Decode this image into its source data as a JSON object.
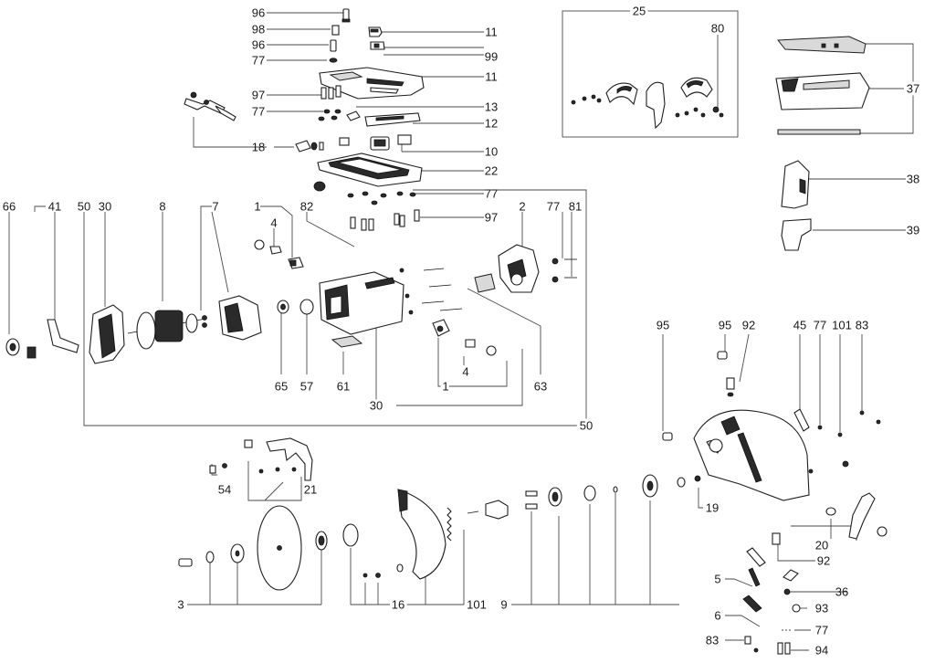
{
  "colors": {
    "line": "#4a4a4a",
    "ink": "#1a1a1a",
    "part_fill": "#ffffff",
    "dark": "#2a2a2a",
    "grey": "#d9d9d9"
  },
  "labels": {
    "96a": "96",
    "98": "98",
    "96b": "96",
    "77a": "77",
    "11a": "11",
    "99": "99",
    "11b": "11",
    "97a": "97",
    "77b": "77",
    "13": "13",
    "12": "12",
    "18": "18",
    "10": "10",
    "22": "22",
    "77c": "77",
    "97b": "97",
    "25": "25",
    "80": "80",
    "37": "37",
    "38": "38",
    "39": "39",
    "66": "66",
    "41": "41",
    "50a": "50",
    "30a": "30",
    "8": "8",
    "7": "7",
    "1a": "1",
    "4a": "4",
    "82": "82",
    "2": "2",
    "77d": "77",
    "81": "81",
    "65": "65",
    "57": "57",
    "61": "61",
    "30b": "30",
    "1b": "1",
    "4b": "4",
    "63": "63",
    "50b": "50",
    "95a": "95",
    "95b": "95",
    "92a": "92",
    "45": "45",
    "77e": "77",
    "101a": "101",
    "83a": "83",
    "54": "54",
    "21": "21",
    "19": "19",
    "20": "20",
    "92b": "92",
    "5": "5",
    "36": "36",
    "93": "93",
    "6": "6",
    "77f": "77",
    "83b": "83",
    "94": "94",
    "3": "3",
    "16": "16",
    "101b": "101",
    "9": "9"
  }
}
